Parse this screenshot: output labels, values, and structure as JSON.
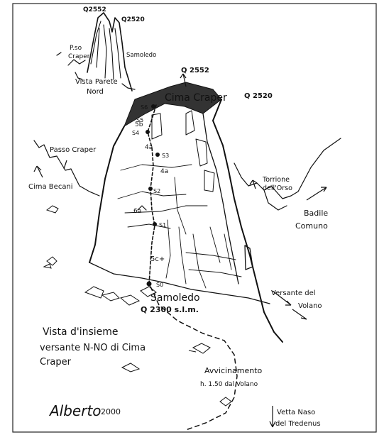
{
  "inset": {
    "peak_left": "Q2552",
    "peak_right": "Q2520",
    "pass_label_1": "P.so",
    "pass_label_2": "Craper",
    "samoledo": "Samoledo",
    "view_label_1": "Vista Parete",
    "view_label_2": "Nord"
  },
  "summit": {
    "q_top": "Q 2552",
    "name": "Cima Craper",
    "q_right": "Q 2520"
  },
  "ridges": {
    "passo_craper": "Passo Craper",
    "cima_becani": "Cima Becani",
    "torrione_1": "Torrione",
    "torrione_2": "dell'Orso",
    "badile_1": "Badile",
    "badile_2": "Comuno"
  },
  "route": {
    "belays": [
      "S6",
      "S5",
      "S4",
      "S3",
      "S2",
      "S1",
      "S0"
    ],
    "grades": [
      "5b",
      "4a",
      "4a",
      "6a",
      "5c+"
    ]
  },
  "base": {
    "name": "Samoledo",
    "altitude": "Q 2300 s.l.m.",
    "versante_1": "Versante del",
    "versante_2": "Volano"
  },
  "caption": {
    "line1": "Vista d'insieme",
    "line2": "versante N-NO di Cima",
    "line3": "Craper"
  },
  "approach": {
    "line1": "Avvicinamento",
    "line2": "h. 1.50 dal Volano"
  },
  "valley": {
    "line1": "Vetta Naso",
    "line2": "del Tredenus"
  },
  "signature": {
    "name": "Alberto",
    "year": "2000"
  }
}
